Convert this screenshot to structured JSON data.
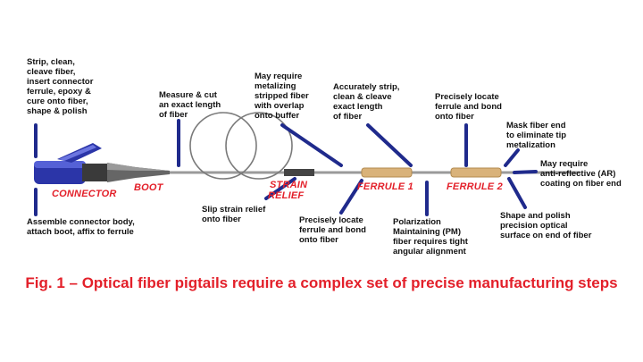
{
  "labels": {
    "connector": "CONNECTOR",
    "boot": "BOOT",
    "strain_relief_1": "STRAIN",
    "strain_relief_2": "RELIEF",
    "ferrule_1": "FERRULE 1",
    "ferrule_2": "FERRULE 2"
  },
  "notes": {
    "strip_cleave": [
      "Strip, clean,",
      "cleave fiber,",
      "insert connector",
      "ferrule, epoxy &",
      "cure onto fiber,",
      "shape & polish"
    ],
    "measure_cut": [
      "Measure & cut",
      "an exact length",
      "of fiber"
    ],
    "metalizing": [
      "May require",
      "metalizing",
      "stripped fiber",
      "with overlap",
      "onto buffer"
    ],
    "accurately_strip": [
      "Accurately strip,",
      "clean & cleave",
      "exact length",
      "of fiber"
    ],
    "locate_ferrule_top": [
      "Precisely locate",
      "ferrule and bond",
      "onto fiber"
    ],
    "mask_fiber": [
      "Mask fiber end",
      "to eliminate tip",
      "metalization"
    ],
    "ar_coating": [
      "May require",
      "anti-reflective (AR)",
      "coating on fiber end"
    ],
    "assemble_connector": [
      "Assemble connector body,",
      "attach boot, affix to ferrule"
    ],
    "slip_strain": [
      "Slip strain relief",
      "onto fiber"
    ],
    "locate_ferrule_bottom": [
      "Precisely locate",
      "ferrule and bond",
      "onto fiber"
    ],
    "pm_fiber": [
      "Polarization",
      "Maintaining (PM)",
      "fiber requires tight",
      "angular alignment"
    ],
    "shape_polish": [
      "Shape and polish",
      "precision optical",
      "surface on end of fiber"
    ]
  },
  "caption": "Fig. 1 – Optical fiber pigtails require a complex set of precise manufacturing steps",
  "colors": {
    "label_red": "#e3202a",
    "arrow_blue": "#1f2a8c",
    "connector_blue": "#2b35a8",
    "ferrule_tan": "#d9b27a"
  }
}
